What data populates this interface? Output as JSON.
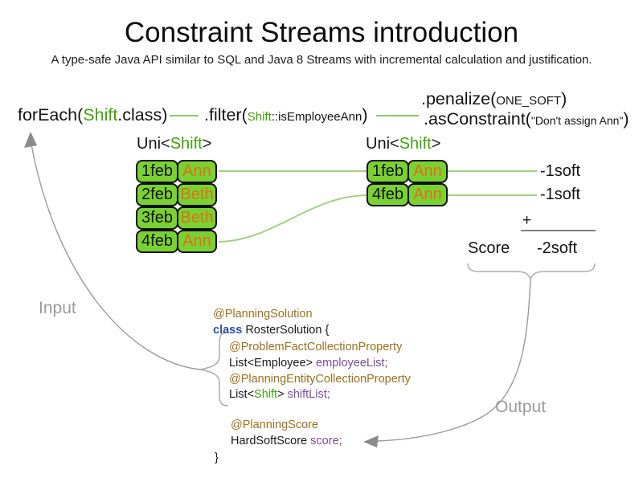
{
  "title": "Constraint Streams introduction",
  "subtitle": "A type-safe Java API similar to SQL and Java 8 Streams with incremental calculation and justification.",
  "chain": {
    "foreach": {
      "prefix": "forEach(",
      "type": "Shift",
      "suffix": ".class)"
    },
    "filter": {
      "prefix": ".filter(",
      "type": "Shift",
      "method": "::isEmployeeAnn",
      "close": ")"
    },
    "penalize": {
      "prefix": ".penalize(",
      "arg": "ONE_SOFT",
      "close": ")"
    },
    "as_constraint": {
      "prefix": ".asConstraint(",
      "arg": "\"Don't assign Ann\"",
      "close": ")"
    }
  },
  "uni_left": {
    "prefix": "Uni<",
    "type": "Shift",
    "suffix": ">"
  },
  "uni_right": {
    "prefix": "Uni<",
    "type": "Shift",
    "suffix": ">"
  },
  "left_table": {
    "rows": [
      {
        "date": "1feb",
        "employee": "Ann"
      },
      {
        "date": "2feb",
        "employee": "Beth"
      },
      {
        "date": "3feb",
        "employee": "Beth"
      },
      {
        "date": "4feb",
        "employee": "Ann"
      }
    ]
  },
  "right_table": {
    "rows": [
      {
        "date": "1feb",
        "employee": "Ann"
      },
      {
        "date": "4feb",
        "employee": "Ann"
      }
    ]
  },
  "penalties": [
    "-1soft",
    "-1soft"
  ],
  "score_summary": {
    "plus": "+",
    "label": "Score",
    "total": "-2soft"
  },
  "flow_labels": {
    "input": "Input",
    "output": "Output"
  },
  "code": {
    "line1": {
      "annotation": "@PlanningSolution"
    },
    "line2": {
      "keyword": "class",
      "rest": " RosterSolution {"
    },
    "line3": {
      "annotation": "@ProblemFactCollectionProperty"
    },
    "line4": {
      "plain": "List<Employee> ",
      "identifier": "employeeList;"
    },
    "line5": {
      "annotation": "@PlanningEntityCollectionProperty"
    },
    "line6": {
      "pre": "List<",
      "type": "Shift",
      "mid": "> ",
      "identifier": "shiftList;"
    },
    "line7": {
      "annotation": "@PlanningScore"
    },
    "line8": {
      "plain": "HardSoftScore ",
      "identifier": "score;"
    },
    "line9": {
      "brace": "}"
    }
  },
  "colors": {
    "keyword_green": "#43a10e",
    "cell_green": "#79d132",
    "employee_orange": "#e0701a",
    "connector_green": "#a5cf82",
    "annotation_brown": "#9c6f1e",
    "class_keyword_blue": "#2b50aa",
    "identifier_purple": "#7e4b99",
    "flow_gray": "#9a9a9a"
  }
}
